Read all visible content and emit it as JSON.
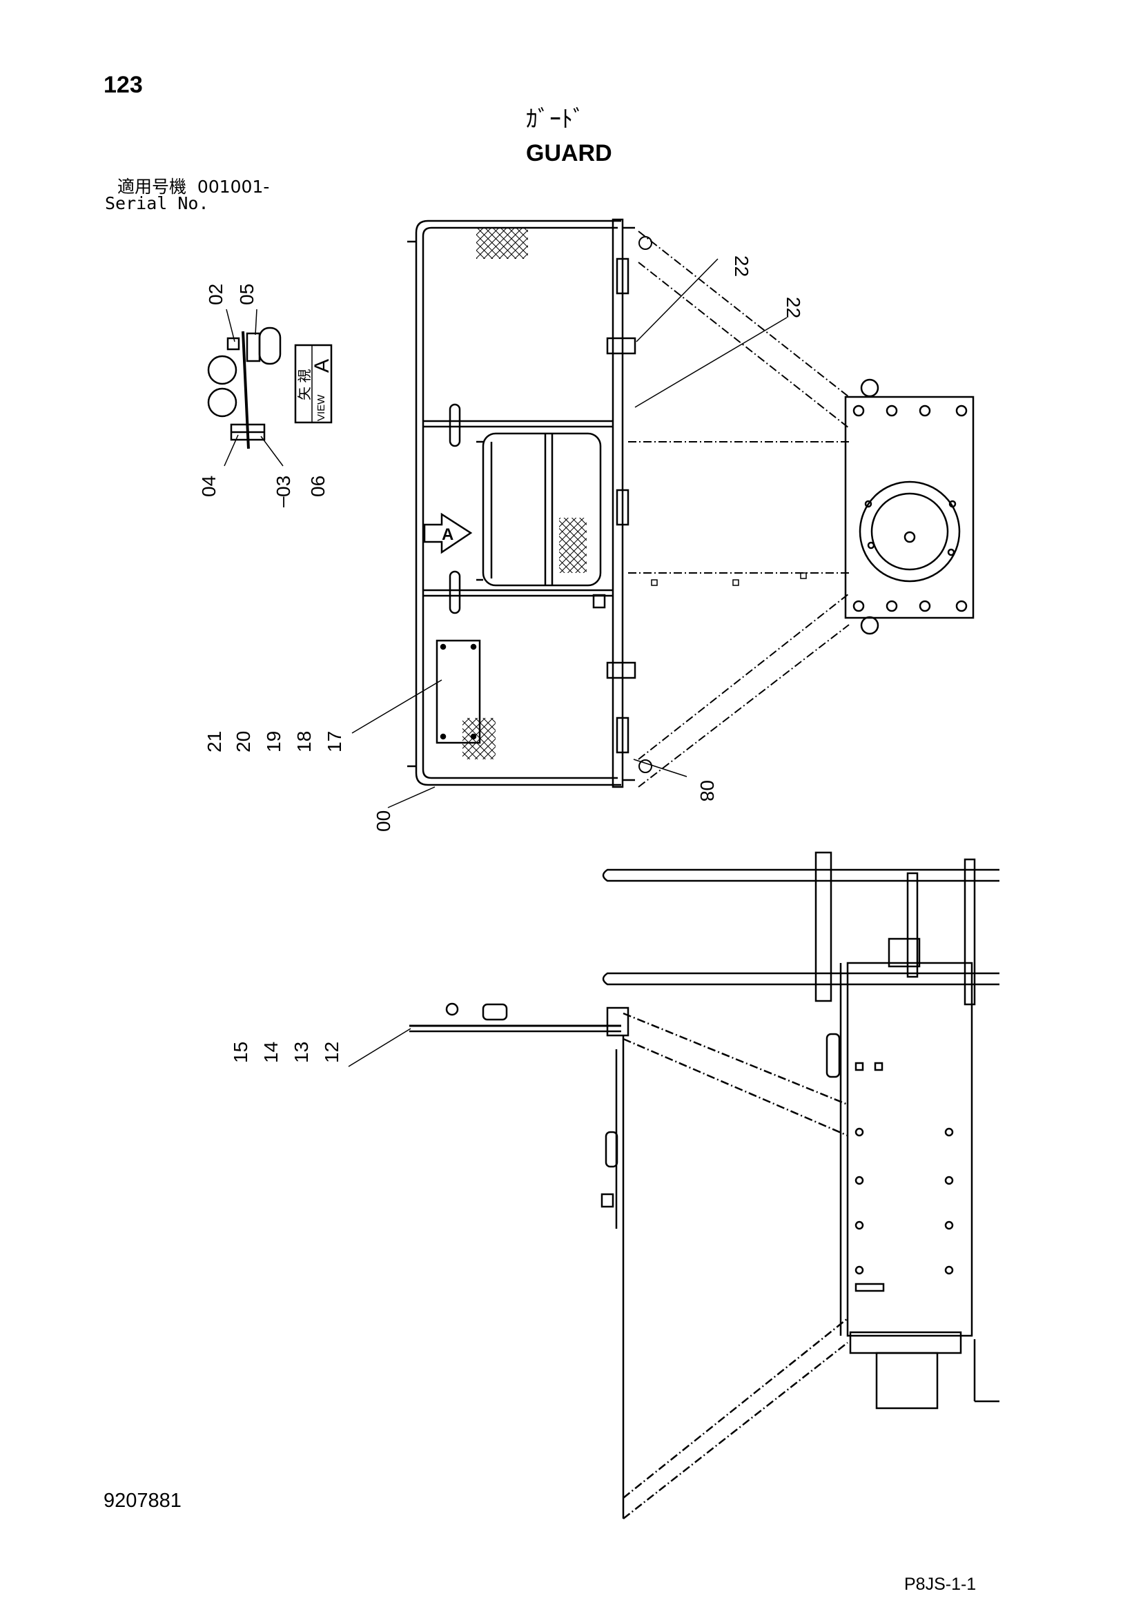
{
  "header": {
    "page_number": "123",
    "title_jp": "ｶﾞｰﾄﾞ",
    "title_en": "GUARD",
    "serial_label_jp": "適用号機",
    "serial_value": "001001-",
    "serial_label_en": "Serial No."
  },
  "view_label": {
    "jp": "矢 視",
    "en": "VIEW",
    "letter": "A"
  },
  "arrow_marker": "A",
  "callouts": {
    "view_a_top_left": "02",
    "view_a_top_right": "05",
    "view_a_bottom_left": "04",
    "view_a_bottom_mid": "03",
    "view_a_bottom_right": "06",
    "top_right_1": "22",
    "top_right_2": "22",
    "plate_group": [
      "21",
      "20",
      "19",
      "18",
      "17"
    ],
    "frame": "00",
    "bottom_bolt": "08",
    "side_group": [
      "15",
      "14",
      "13",
      "12"
    ]
  },
  "footer": {
    "doc_number": "9207881",
    "page_code": "P8JS-1-1"
  }
}
